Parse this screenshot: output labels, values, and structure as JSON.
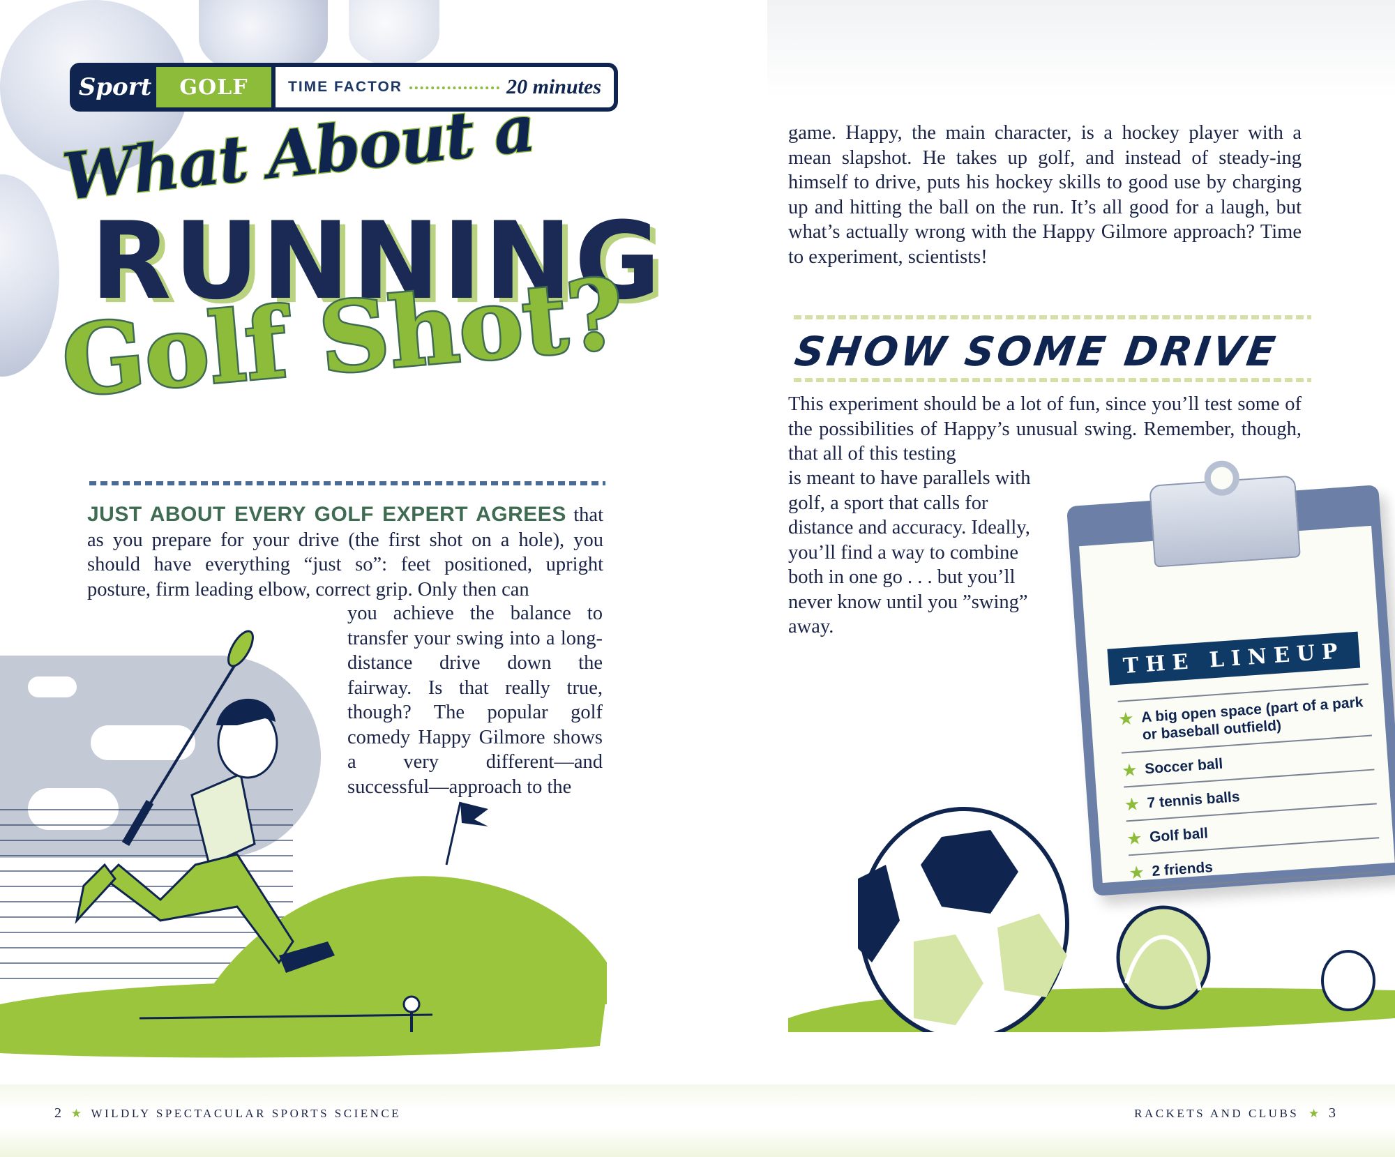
{
  "header_bar": {
    "sport_label": "Sport",
    "sport_value": "GOLF",
    "time_factor_label": "TIME FACTOR",
    "time_factor_value": "20 minutes"
  },
  "title": {
    "line1": "What About a",
    "line2": "RUNNING",
    "line3": "Golf Shot?"
  },
  "left_page": {
    "lead_in": "JUST ABOUT EVERY GOLF EXPERT AGREES",
    "intro_lines": [
      "that as",
      "you prepare for your drive (the first shot on a hole), you should have everything “just so”: feet positioned, upright posture, firm leading elbow, correct grip. Only then can"
    ],
    "column_text": "you achieve the balance to transfer your swing into a long-distance drive down the fairway. Is that really true, though? The popular golf comedy Happy Gilmore shows a very different—and successful—approach to the"
  },
  "right_page": {
    "continued_text": "game. Happy, the main character, is a hockey player with a mean slapshot. He takes up golf, and instead of steady-ing himself to drive, puts his hockey skills to good use by charging up and hitting the ball on the run. It’s all good for a laugh, but what’s actually wrong with the Happy Gilmore approach? Time to experiment, scientists!",
    "section_heading": "SHOW SOME DRIVE",
    "section_text_wide": "This experiment should be a lot of fun, since you’ll test some of the possibilities of Happy’s unusual swing. Remember, though, that all of this testing",
    "section_text_narrow": "is meant to have parallels with golf, a sport that calls for distance and accuracy. Ideally, you’ll find a way to combine both in one go . . . but you’ll never know until you ”swing” away."
  },
  "lineup": {
    "title": "THE LINEUP",
    "items": [
      "A big open space (part of a park or baseball outfield)",
      "Soccer ball",
      "7 tennis balls",
      "Golf ball",
      "2 friends"
    ],
    "bullet_icon": "star-icon"
  },
  "footer": {
    "left_page_number": "2",
    "left_running_title": "WILDLY SPECTACULAR SPORTS SCIENCE",
    "right_running_title": "RACKETS AND CLUBS",
    "right_page_number": "3"
  },
  "colors": {
    "navy": "#0f2550",
    "green": "#8dbb3a",
    "dark_green": "#3f6b52",
    "clipboard": "#6c80a7"
  }
}
